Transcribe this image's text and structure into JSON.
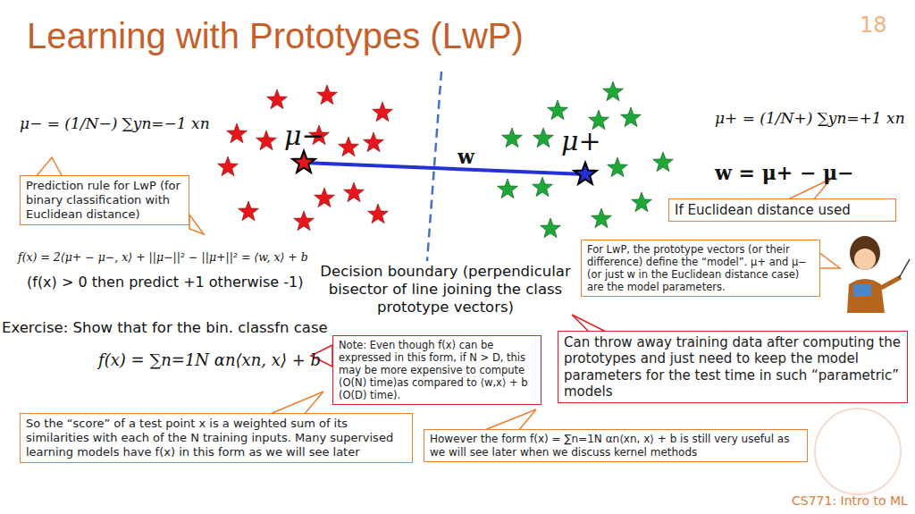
{
  "diagram": {
    "title": "Learning with Prototypes (LwP)",
    "nodes": [
      {
        "text": [
          "Prediction rule for LwP (for binary classification with Euclidean distance)"
        ]
      },
      {
        "text": [
          "If Euclidean distance used"
        ]
      },
      {
        "text": [
          "For LwP, the prototype vectors (or their difference) define the “model”. μ+ and μ− (or just w in the Euclidean distance case) are the model parameters."
        ]
      },
      {
        "text": [
          "Can throw away training data after computing the prototypes and just need to keep the model parameters for the test time in such “parametric” models"
        ]
      },
      {
        "text": [
          "Note: Even though f(x) can be expressed in this form, if N > D, this may be more expensive to compute (O(N) time)as compared to ⟨w,x⟩ + b (O(D) time)."
        ]
      },
      {
        "text": [
          "So the “score” of a test point x is a weighted sum of its similarities with each of the N training inputs. Many supervised learning models have f(x) in this form as we will see later"
        ]
      },
      {
        "text": [
          "However the form f(x) = ∑n=1N αn⟨xn, x⟩ + b is still very useful as we will see later when we discuss kernel methods"
        ]
      }
    ],
    "labels": [
      "18",
      "μ− = (1/N−) ∑yn=−1 xn",
      "μ−",
      "w",
      "μ+",
      "μ+ = (1/N+) ∑yn=+1 xn",
      "w = μ+ − μ−",
      "f(x) = 2⟨μ+ − μ−, x⟩ + ||μ−||² − ||μ+||² = ⟨w, x⟩ + b",
      "(f(x) > 0 then predict +1 otherwise -1)",
      "Decision boundary (perpendicular bisector of line joining the class prototype vectors)",
      "Exercise: Show that for the bin. classfn case",
      "f(x) = ∑n=1N αn⟨xn, x⟩ + b",
      "CS771: Intro to ML"
    ]
  }
}
